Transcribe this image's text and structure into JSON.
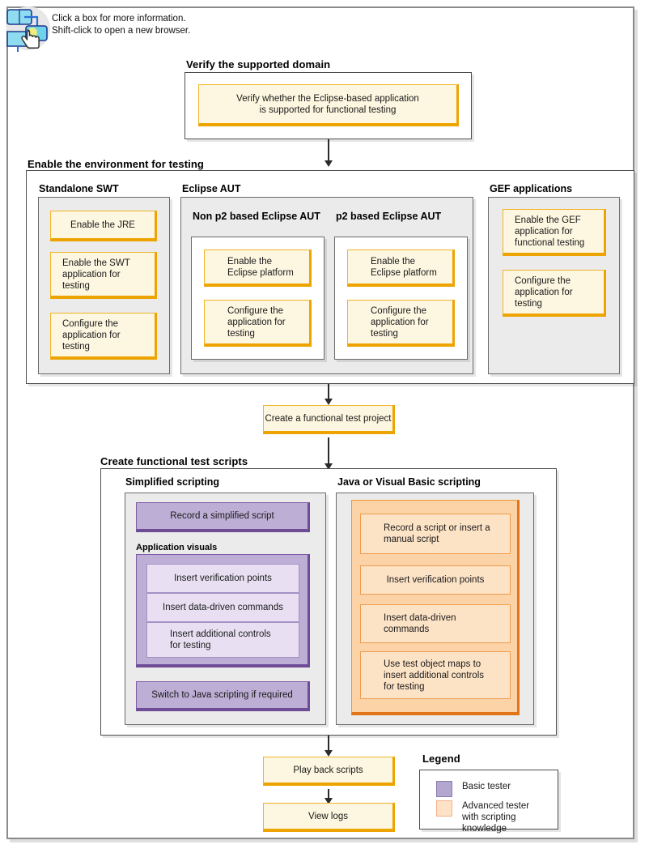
{
  "help": {
    "icon": "flowchart-click-icon",
    "text": "Click a box for more information.\nShift-click to open a new browser."
  },
  "sections": {
    "verify": {
      "title": "Verify the supported domain",
      "node": "Verify whether the Eclipse-based application\nis supported for functional testing"
    },
    "enable_env": {
      "title": "Enable the environment for testing",
      "groups": {
        "standalone_swt": {
          "title": "Standalone SWT",
          "nodes": [
            "Enable the JRE",
            "Enable the SWT\napplication for\ntesting",
            "Configure the\napplication for\ntesting"
          ]
        },
        "eclipse_aut": {
          "title": "Eclipse AUT",
          "subgroups": [
            {
              "title": "Non p2 based\nEclipse AUT",
              "nodes": [
                "Enable the\nEclipse platform",
                "Configure the\napplication for\ntesting"
              ]
            },
            {
              "title": "p2 based\nEclipse AUT",
              "nodes": [
                "Enable the\nEclipse platform",
                "Configure the\napplication for\ntesting"
              ]
            }
          ]
        },
        "gef": {
          "title": "GEF applications",
          "nodes": [
            "Enable the GEF\napplication for\nfunctional testing",
            "Configure the\napplication for\ntesting"
          ]
        }
      }
    },
    "create_project": {
      "node": "Create a functional test project"
    },
    "create_scripts": {
      "title": "Create functional test scripts",
      "simplified": {
        "title": "Simplified scripting",
        "record_node": "Record a simplified script",
        "visuals_label": "Application visuals",
        "visual_nodes": [
          "Insert verification points",
          "Insert data-driven commands",
          "Insert additional controls\nfor testing"
        ],
        "switch_node": "Switch to Java scripting if required"
      },
      "java_vb": {
        "title": "Java or Visual Basic scripting",
        "nodes": [
          "Record a script or insert a\nmanual script",
          "Insert verification points",
          "Insert data-driven\ncommands",
          "Use test object maps to\ninsert additional controls\nfor testing"
        ]
      }
    },
    "playback": {
      "node": "Play back scripts"
    },
    "viewlogs": {
      "node": "View logs"
    }
  },
  "legend": {
    "title": "Legend",
    "items": [
      {
        "label": "Basic tester",
        "color": "#b4a7cf"
      },
      {
        "label": "Advanced tester\nwith scripting\nknowledge",
        "color": "#fde2c7"
      }
    ]
  },
  "colors": {
    "neutral_fill": "#fdf6e0",
    "neutral_border": "#f0b429",
    "basic_fill": "#bcaed4",
    "basic_border": "#7f5ba6",
    "advanced_fill": "#fbd3a6",
    "advanced_border": "#ef9532",
    "container_gray": "#ebebeb",
    "frame_border": "#8a8a8a"
  }
}
